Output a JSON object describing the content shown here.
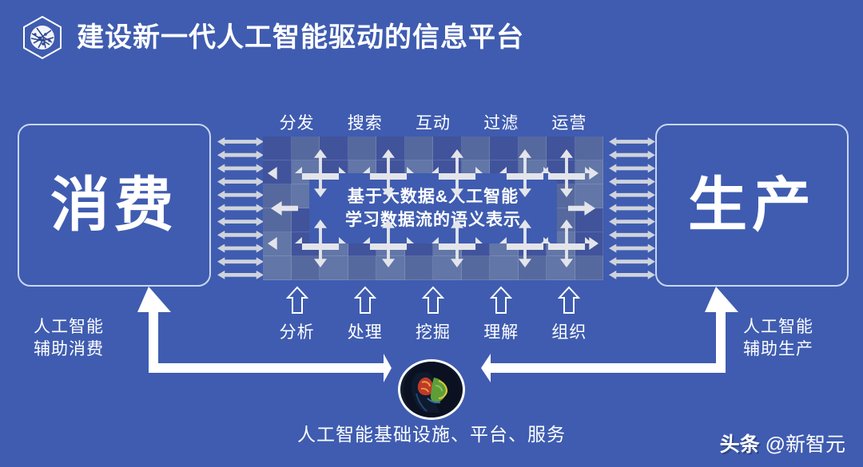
{
  "header": {
    "logo_icon": "hexagon-network-icon",
    "title": "建设新一代人工智能驱动的信息平台"
  },
  "boxes": {
    "left": {
      "label": "消费"
    },
    "right": {
      "label": "生产"
    }
  },
  "top_labels": [
    "分发",
    "搜索",
    "互动",
    "过滤",
    "运营"
  ],
  "bottom_labels": [
    "分析",
    "处理",
    "挖掘",
    "理解",
    "组织"
  ],
  "center_panel": {
    "line1": "基于大数据&人工智能",
    "line2": "学习数据流的语义表示"
  },
  "corner_text": {
    "left_line1": "人工智能",
    "left_line2": "辅助消费",
    "right_line1": "人工智能",
    "right_line2": "辅助生产"
  },
  "bottom_caption": "人工智能基础设施、平台、服务",
  "brain_icon": "brain-head-icon",
  "watermark": {
    "brand": "头条",
    "handle": "@新智元"
  },
  "colors": {
    "background": "#3f5cb0",
    "text": "#ffffff",
    "grid_dark": "#41539b",
    "grid_mid": "#56699f",
    "grid_light": "#6276a8",
    "arrow": "#e3e5ea",
    "strip_arrow": "#cfd3dc",
    "box_border": "#c9d6f2"
  }
}
